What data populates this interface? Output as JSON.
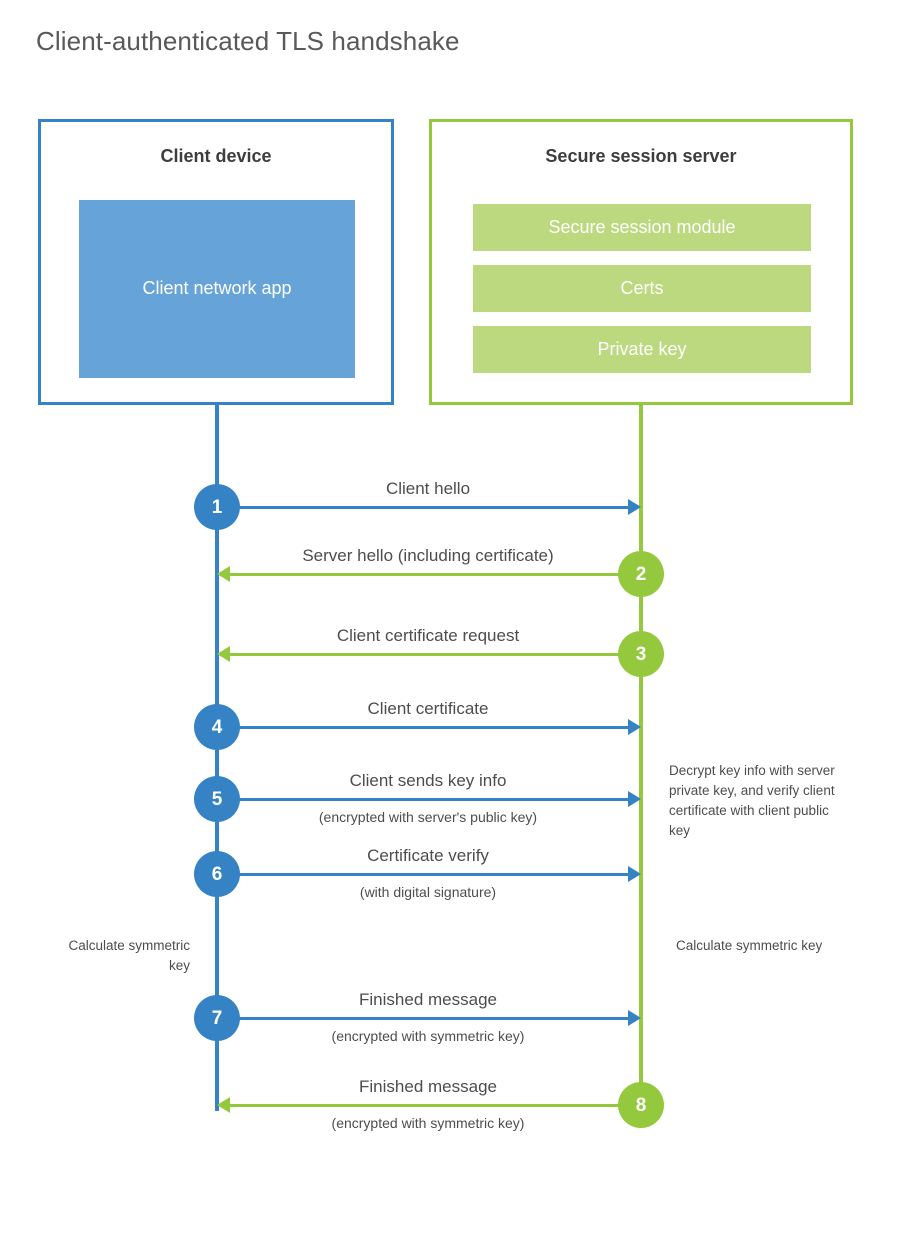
{
  "title": "Client-authenticated TLS handshake",
  "colors": {
    "client_blue": "#3583c4",
    "client_app_blue": "#66a3d8",
    "server_green": "#95c93d",
    "server_module_green": "#bcd97f",
    "text_gray": "#4d4d4d",
    "title_gray": "#595959",
    "background": "#ffffff"
  },
  "client": {
    "title": "Client device",
    "app_label": "Client network app"
  },
  "server": {
    "title": "Secure session server",
    "modules": [
      {
        "label": "Secure session module"
      },
      {
        "label": "Certs"
      },
      {
        "label": "Private key"
      }
    ]
  },
  "steps": [
    {
      "number": "1",
      "label": "Client hello",
      "sub": "",
      "direction": "right",
      "color": "blue"
    },
    {
      "number": "2",
      "label": "Server hello (including certificate)",
      "sub": "",
      "direction": "left",
      "color": "green"
    },
    {
      "number": "3",
      "label": "Client certificate request",
      "sub": "",
      "direction": "left",
      "color": "green"
    },
    {
      "number": "4",
      "label": "Client certificate",
      "sub": "",
      "direction": "right",
      "color": "blue"
    },
    {
      "number": "5",
      "label": "Client sends key info",
      "sub": "(encrypted with server's public key)",
      "direction": "right",
      "color": "blue"
    },
    {
      "number": "6",
      "label": "Certificate verify",
      "sub": "(with digital signature)",
      "direction": "right",
      "color": "blue"
    },
    {
      "number": "7",
      "label": "Finished message",
      "sub": "(encrypted with symmetric key)",
      "direction": "right",
      "color": "blue"
    },
    {
      "number": "8",
      "label": "Finished message",
      "sub": "(encrypted with symmetric key)",
      "direction": "left",
      "color": "green"
    }
  ],
  "annotations": {
    "decrypt_note": "Decrypt key info with server private key, and verify client certificate with client public key",
    "calculate_client": "Calculate symmetric key",
    "calculate_server": "Calculate symmetric key"
  }
}
